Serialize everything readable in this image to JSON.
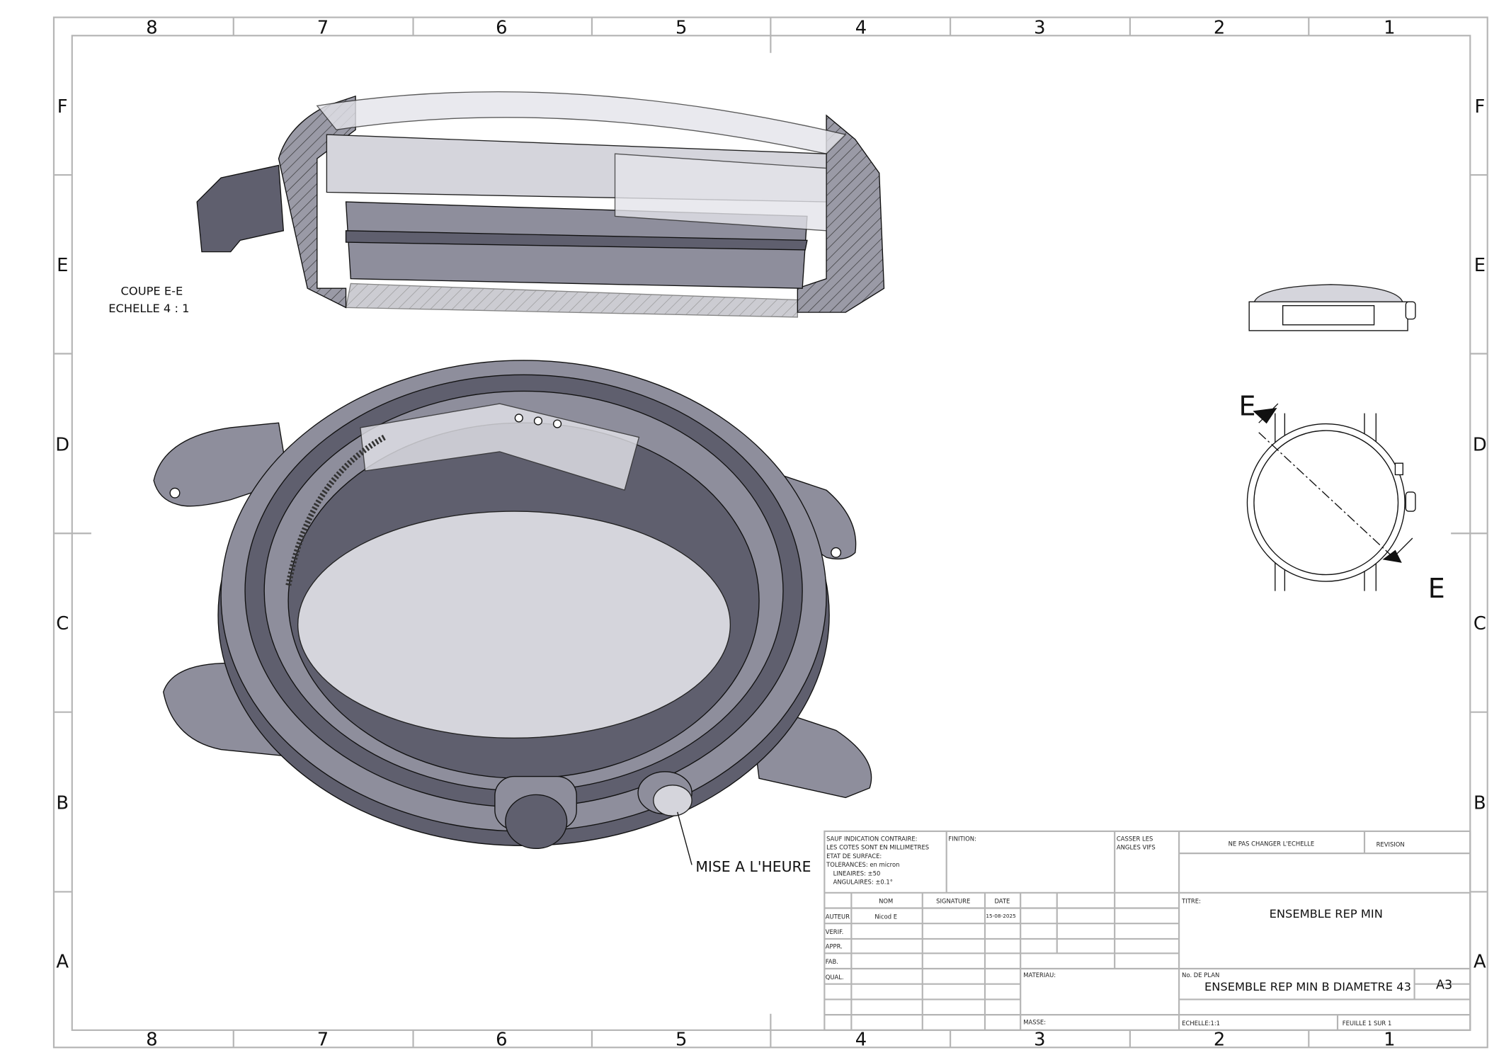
{
  "frame": {
    "columns": [
      "8",
      "7",
      "6",
      "5",
      "4",
      "3",
      "2",
      "1"
    ],
    "rows": [
      "F",
      "E",
      "D",
      "C",
      "B",
      "A"
    ]
  },
  "views": {
    "section_label": "COUPE E-E",
    "section_scale": "ECHELLE 4 : 1",
    "callout": "MISE A L'HEURE",
    "section_mark_top": "E",
    "section_mark_bottom": "E"
  },
  "title_block": {
    "notes": [
      "SAUF INDICATION CONTRAIRE:",
      "LES COTES SONT EN MILLIMETRES",
      "ETAT DE SURFACE:",
      "TOLERANCES: en micron",
      "LINEAIRES: ±50",
      "ANGULAIRES: ±0.1°"
    ],
    "finition": "FINITION:",
    "casser": [
      "CASSER LES",
      "ANGLES VIFS"
    ],
    "ne_pas_changer": "NE PAS CHANGER L'ECHELLE",
    "revision": "REVISION",
    "headers": {
      "nom": "NOM",
      "signature": "SIGNATURE",
      "date": "DATE"
    },
    "roles": [
      "AUTEUR",
      "VERIF.",
      "APPR.",
      "FAB.",
      "QUAL."
    ],
    "auteur_nom": "Nicod E",
    "auteur_date": "15-08-2025",
    "materiau": "MATERIAU:",
    "masse": "MASSE:",
    "titre_label": "TITRE:",
    "titre": "ENSEMBLE REP MIN",
    "plan_label": "No. DE PLAN",
    "plan": "ENSEMBLE REP MIN B DIAMETRE 43",
    "format": "A3",
    "echelle": "ECHELLE:1:1",
    "feuille": "FEUILLE 1 SUR 1"
  }
}
